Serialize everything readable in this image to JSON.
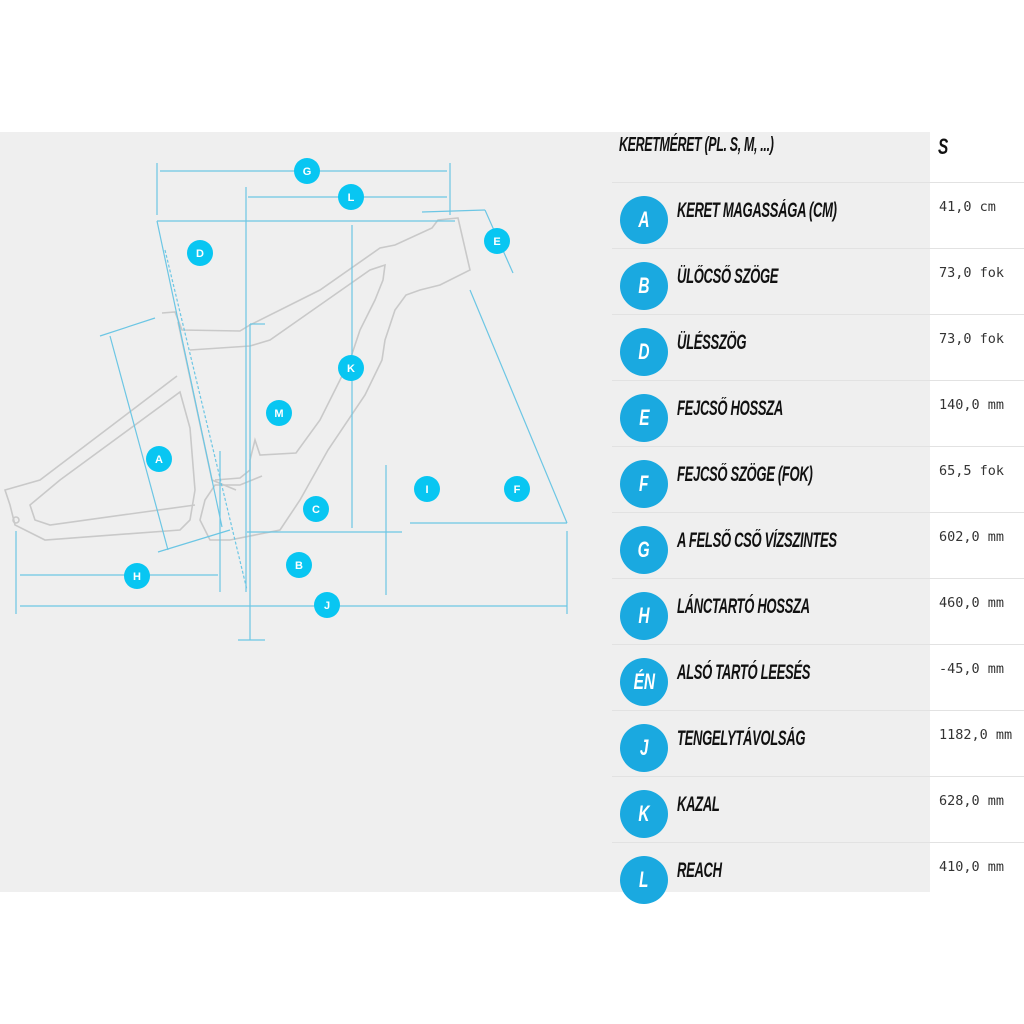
{
  "header": {
    "label": "KERETMÉRET (PL. S, M, ...)",
    "size": "S"
  },
  "accent": "#1aa9e0",
  "rows": [
    {
      "letter": "A",
      "label": "KERET MAGASSÁGA (CM)",
      "value": "41,0 cm"
    },
    {
      "letter": "B",
      "label": "ÜLŐCSŐ SZÖGE",
      "value": "73,0 fok"
    },
    {
      "letter": "D",
      "label": "ÜLÉSSZÖG",
      "value": "73,0 fok"
    },
    {
      "letter": "E",
      "label": "FEJCSŐ HOSSZA",
      "value": "140,0 mm"
    },
    {
      "letter": "F",
      "label": "FEJCSŐ SZÖGE (FOK)",
      "value": "65,5 fok"
    },
    {
      "letter": "G",
      "label": "A FELSŐ CSŐ VÍZSZINTES",
      "value": "602,0 mm"
    },
    {
      "letter": "H",
      "label": "LÁNCTARTÓ HOSSZA",
      "value": "460,0 mm"
    },
    {
      "letter": "ÉN",
      "label": "ALSÓ TARTÓ LEESÉS",
      "value": "-45,0 mm"
    },
    {
      "letter": "J",
      "label": "TENGELYTÁVOLSÁG",
      "value": "1182,0 mm"
    },
    {
      "letter": "K",
      "label": "KAZAL",
      "value": "628,0 mm"
    },
    {
      "letter": "L",
      "label": "REACH",
      "value": "410,0 mm"
    }
  ],
  "diagram_markers": [
    "G",
    "L",
    "D",
    "E",
    "K",
    "M",
    "A",
    "C",
    "I",
    "F",
    "B",
    "H",
    "J"
  ]
}
